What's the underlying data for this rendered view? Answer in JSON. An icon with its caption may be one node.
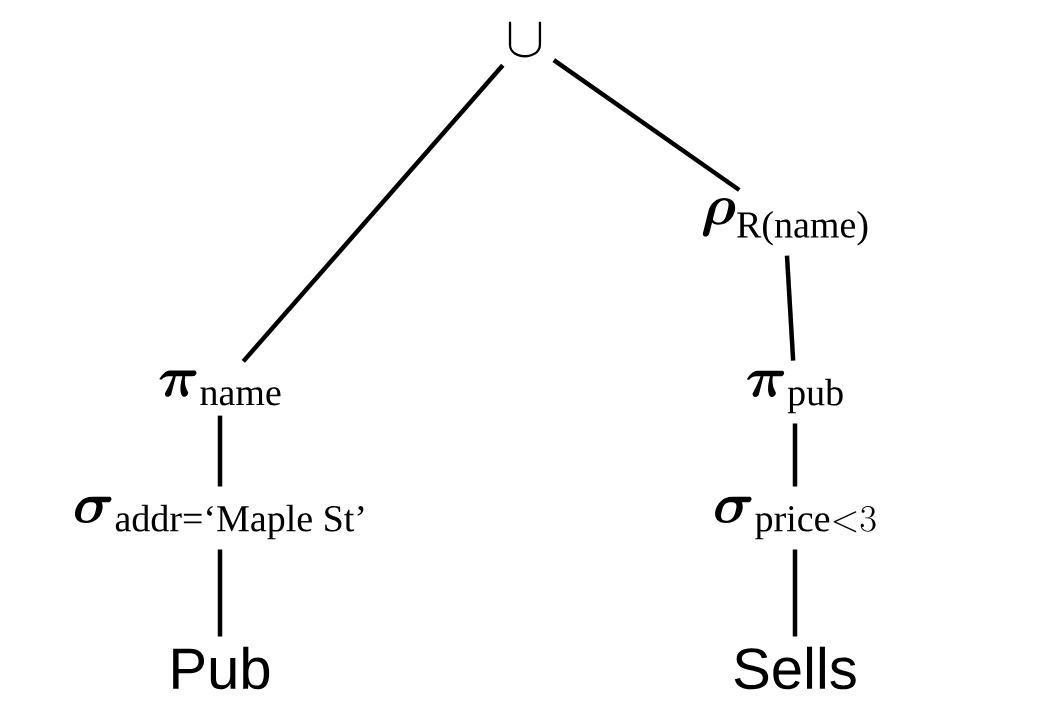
{
  "diagram": {
    "nodes": [
      {
        "text": [
          "\\cup"
        ]
      },
      {
        "text": [
          "\\boldsymbol{\\rho}_{\\text{R(name)}}"
        ]
      },
      {
        "text": [
          "\\boldsymbol{\\pi}_{\\text{name}}"
        ]
      },
      {
        "text": [
          "\\boldsymbol{\\pi}_{\\text{pub}}"
        ]
      },
      {
        "text": [
          "\\boldsymbol{\\sigma}_{\\text{addr=‘Maple St’}}"
        ]
      },
      {
        "text": [
          "\\boldsymbol{\\sigma}_{\\text{price}<3}"
        ]
      },
      {
        "text": [
          "Pub"
        ]
      },
      {
        "text": [
          "Sells"
        ]
      }
    ],
    "edges": [
      {
        "from": 0,
        "to": 2,
        "arrow": "none"
      },
      {
        "from": 0,
        "to": 1,
        "arrow": "none"
      },
      {
        "from": 1,
        "to": 3,
        "arrow": "none"
      },
      {
        "from": 2,
        "to": 4,
        "arrow": "none"
      },
      {
        "from": 3,
        "to": 5,
        "arrow": "none"
      },
      {
        "from": 4,
        "to": 6,
        "arrow": "none"
      },
      {
        "from": 5,
        "to": 7,
        "arrow": "none"
      }
    ]
  }
}
